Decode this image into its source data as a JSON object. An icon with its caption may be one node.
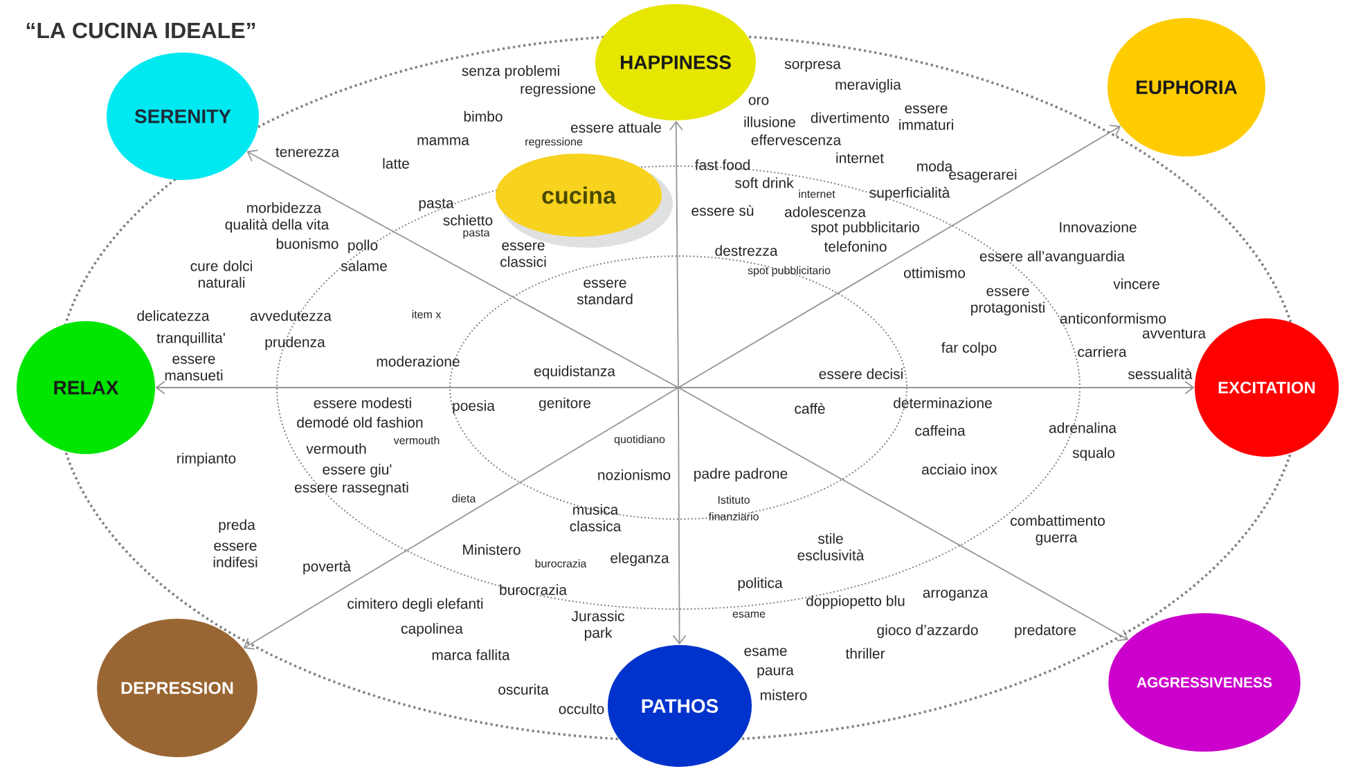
{
  "diagram": {
    "title": "“LA CUCINA IDEALE”",
    "nodes": [
      {
        "text": [
          "SERENITY"
        ]
      },
      {
        "text": [
          "HAPPINESS"
        ]
      },
      {
        "text": [
          "EUPHORIA"
        ]
      },
      {
        "text": [
          "RELAX"
        ]
      },
      {
        "text": [
          "cucina"
        ]
      },
      {
        "text": [
          "EXCITATION"
        ]
      },
      {
        "text": [
          "DEPRESSION"
        ]
      },
      {
        "text": [
          "PATHOS"
        ]
      },
      {
        "text": [
          "AGGRESSIVENESS"
        ]
      }
    ],
    "edges": [
      {
        "from": null,
        "to": 0,
        "arrow": "to"
      },
      {
        "from": null,
        "to": 1,
        "arrow": "to"
      },
      {
        "from": null,
        "to": 2,
        "arrow": "to"
      },
      {
        "from": null,
        "to": 3,
        "arrow": "to"
      },
      {
        "from": null,
        "to": 5,
        "arrow": "to"
      },
      {
        "from": null,
        "to": 6,
        "arrow": "to"
      },
      {
        "from": null,
        "to": 7,
        "arrow": "to"
      },
      {
        "from": null,
        "to": 8,
        "arrow": "to"
      }
    ],
    "labels": [
      "senza problemi",
      "regressione",
      "sorpresa",
      "meraviglia",
      "oro",
      "bimbo",
      "illusione",
      "divertimento",
      "essere immaturi",
      "essere attuale",
      "regressione",
      "effervescenza",
      "mamma",
      "tenerezza",
      "internet",
      "latte",
      "fast food",
      "moda",
      "esagerarei",
      "soft drink",
      "internet",
      "superficialità",
      "pasta",
      "morbidezza",
      "essere sù",
      "adolescenza",
      "schietto",
      "spot pubblicitario",
      "Innovazione",
      "qualità della vita",
      "pasta",
      "buonismo",
      "telefonino",
      "pollo",
      "destrezza",
      "essere classici",
      "essere all’avanguardia",
      "salame",
      "spot pubblicitario",
      "ottimismo",
      "cure dolci naturali",
      "vincere",
      "essere standard",
      "essere protagonisti",
      "item x",
      "delicatezza",
      "avvedutezza",
      "anticonformismo",
      "avventura",
      "prudenza",
      "tranquillita'",
      "far colpo",
      "carriera",
      "moderazione",
      "equidistanza",
      "essere decisi",
      "sessualità",
      "essere mansueti",
      "determinazione",
      "genitore",
      "essere modesti",
      "poesia",
      "caffè",
      "demodé old fashion",
      "adrenalina",
      "caffeina",
      "vermouth",
      "quotidiano",
      "vermouth",
      "squalo",
      "rimpianto",
      "acciaio inox",
      "padre padrone",
      "nozionismo",
      "essere giu'",
      "essere rassegnati",
      "dieta",
      "Istituto finanziario",
      "musica classica",
      "combattimento",
      "preda",
      "guerra",
      "stile esclusività",
      "essere indifesi",
      "Ministero",
      "eleganza",
      "burocrazia",
      "povertà",
      "politica",
      "burocrazia",
      "arroganza",
      "doppiopetto blu",
      "cimitero degli elefanti",
      "esame",
      "Jurassic park",
      "capolinea",
      "gioco d’azzardo",
      "predatore",
      "thriller",
      "esame",
      "marca fallita",
      "paura",
      "oscurita",
      "mistero",
      "occulto"
    ]
  }
}
